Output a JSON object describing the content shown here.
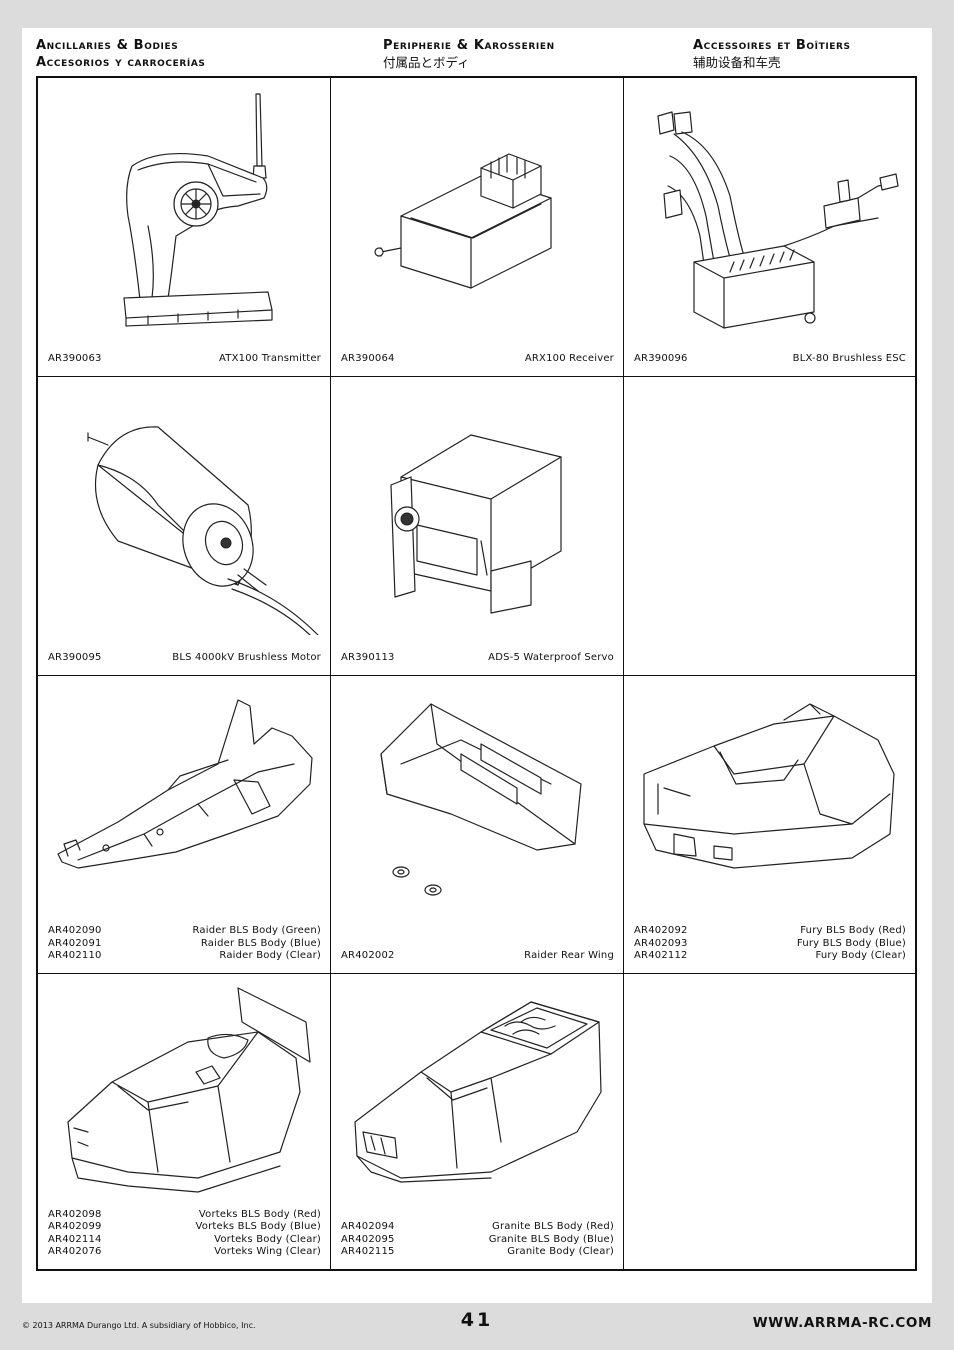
{
  "headers": {
    "col1_line1": "Ancillaries & Bodies",
    "col1_line2": "Accesorios y carrocerías",
    "col2_line1": "Peripherie & Karosserien",
    "col2_line2": "付属品とボディ",
    "col3_line1": "Accessoires et Boîtiers",
    "col3_line2": "辅助设备和车壳"
  },
  "cells": [
    {
      "ids": [
        "AR390063"
      ],
      "names": [
        "ATX100 Transmitter"
      ]
    },
    {
      "ids": [
        "AR390064"
      ],
      "names": [
        "ARX100 Receiver"
      ]
    },
    {
      "ids": [
        "AR390096"
      ],
      "names": [
        "BLX-80 Brushless ESC"
      ]
    },
    {
      "ids": [
        "AR390095"
      ],
      "names": [
        "BLS 4000kV Brushless Motor"
      ]
    },
    {
      "ids": [
        "AR390113"
      ],
      "names": [
        "ADS-5 Waterproof Servo"
      ]
    },
    {
      "ids": [],
      "names": []
    },
    {
      "ids": [
        "AR402090",
        "AR402091",
        "AR402110"
      ],
      "names": [
        "Raider BLS Body (Green)",
        "Raider BLS Body (Blue)",
        "Raider Body (Clear)"
      ]
    },
    {
      "ids": [
        "AR402002"
      ],
      "names": [
        "Raider Rear Wing"
      ]
    },
    {
      "ids": [
        "AR402092",
        "AR402093",
        "AR402112"
      ],
      "names": [
        "Fury BLS Body (Red)",
        "Fury BLS Body (Blue)",
        "Fury Body (Clear)"
      ]
    },
    {
      "ids": [
        "AR402098",
        "AR402099",
        "AR402114",
        "AR402076"
      ],
      "names": [
        "Vorteks BLS Body (Red)",
        "Vorteks BLS Body (Blue)",
        "Vorteks Body (Clear)",
        "Vorteks Wing (Clear)"
      ]
    },
    {
      "ids": [
        "AR402094",
        "AR402095",
        "AR402115"
      ],
      "names": [
        "Granite BLS Body (Red)",
        "Granite BLS Body (Blue)",
        "Granite Body (Clear)"
      ]
    },
    {
      "ids": [],
      "names": []
    }
  ],
  "footer": {
    "copyright": "© 2013 ARRMA Durango Ltd. A subsidiary of Hobbico, Inc.",
    "page_number": "41",
    "website": "WWW.ARRMA-RC.COM"
  }
}
